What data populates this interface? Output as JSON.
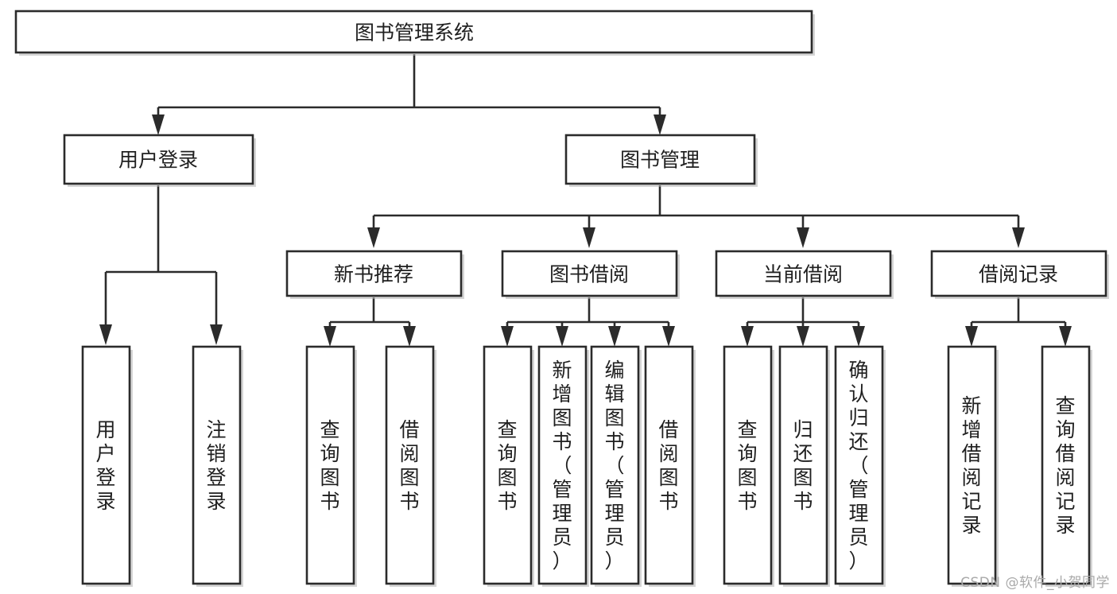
{
  "diagram": {
    "type": "tree-hierarchy-flowchart",
    "title": "图书管理系统",
    "watermark": "CSDN @软件_小贺同学",
    "colors": {
      "box_fill": "#ffffff",
      "box_stroke": "#2b2b2b",
      "text": "#1f1f1f",
      "background": "#ffffff",
      "watermark": "#a9a9a9"
    },
    "levels": [
      {
        "level": 1,
        "nodes": [
          {
            "id": "root",
            "label": "图书管理系统",
            "orientation": "horizontal"
          }
        ]
      },
      {
        "level": 2,
        "nodes": [
          {
            "id": "login",
            "label": "用户登录",
            "orientation": "horizontal",
            "parent": "root"
          },
          {
            "id": "bookmgmt",
            "label": "图书管理",
            "orientation": "horizontal",
            "parent": "root"
          }
        ]
      },
      {
        "level": 3,
        "nodes": [
          {
            "id": "newbook",
            "label": "新书推荐",
            "orientation": "horizontal",
            "parent": "bookmgmt"
          },
          {
            "id": "borrow",
            "label": "图书借阅",
            "orientation": "horizontal",
            "parent": "bookmgmt"
          },
          {
            "id": "current",
            "label": "当前借阅",
            "orientation": "horizontal",
            "parent": "bookmgmt"
          },
          {
            "id": "records",
            "label": "借阅记录",
            "orientation": "horizontal",
            "parent": "bookmgmt"
          }
        ]
      },
      {
        "level": 4,
        "nodes": [
          {
            "id": "leaf-1",
            "label": "用户登录",
            "orientation": "vertical",
            "parent": "login"
          },
          {
            "id": "leaf-2",
            "label": "注销登录",
            "orientation": "vertical",
            "parent": "login"
          },
          {
            "id": "leaf-3",
            "label": "查询图书",
            "orientation": "vertical",
            "parent": "newbook"
          },
          {
            "id": "leaf-4",
            "label": "借阅图书",
            "orientation": "vertical",
            "parent": "newbook"
          },
          {
            "id": "leaf-5",
            "label": "查询图书",
            "orientation": "vertical",
            "parent": "borrow"
          },
          {
            "id": "leaf-6",
            "label": "新增图书（管理员）",
            "orientation": "vertical",
            "parent": "borrow"
          },
          {
            "id": "leaf-7",
            "label": "编辑图书（管理员）",
            "orientation": "vertical",
            "parent": "borrow"
          },
          {
            "id": "leaf-8",
            "label": "借阅图书",
            "orientation": "vertical",
            "parent": "borrow"
          },
          {
            "id": "leaf-9",
            "label": "查询图书",
            "orientation": "vertical",
            "parent": "current"
          },
          {
            "id": "leaf-10",
            "label": "归还图书",
            "orientation": "vertical",
            "parent": "current"
          },
          {
            "id": "leaf-11",
            "label": "确认归还（管理员）",
            "orientation": "vertical",
            "parent": "current"
          },
          {
            "id": "leaf-12",
            "label": "新增借阅记录",
            "orientation": "vertical",
            "parent": "records"
          },
          {
            "id": "leaf-13",
            "label": "查询借阅记录",
            "orientation": "vertical",
            "parent": "records"
          }
        ]
      }
    ]
  },
  "labels": {
    "root": "图书管理系统",
    "login": "用户登录",
    "bookmgmt": "图书管理",
    "newbook": "新书推荐",
    "borrow": "图书借阅",
    "current": "当前借阅",
    "records": "借阅记录",
    "leaf_1": "用户登录",
    "leaf_2": "注销登录",
    "leaf_3": "查询图书",
    "leaf_4": "借阅图书",
    "leaf_5": "查询图书",
    "leaf_6": "新增图书（管理员）",
    "leaf_7": "编辑图书（管理员）",
    "leaf_8": "借阅图书",
    "leaf_9": "查询图书",
    "leaf_10": "归还图书",
    "leaf_11": "确认归还（管理员）",
    "leaf_12": "新增借阅记录",
    "leaf_13": "查询借阅记录"
  },
  "watermark": {
    "text": "CSDN @软件_小贺同学"
  }
}
